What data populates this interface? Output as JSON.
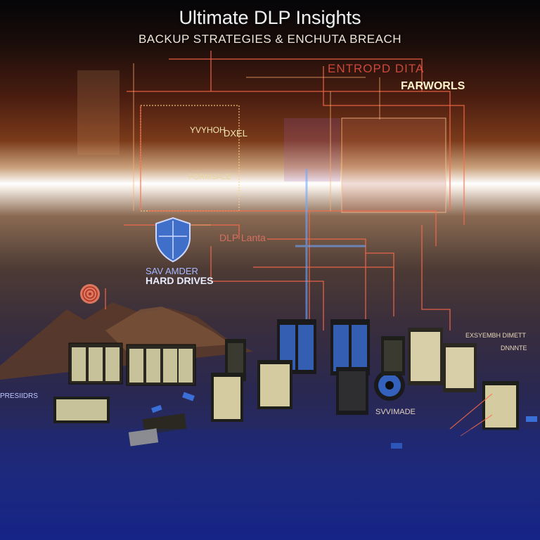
{
  "title": "Ultimate DLP Insights",
  "subtitle": "BACKUP STRATEGIES & ENCHUTA BREACH",
  "labels": {
    "entropd": "ENTROPD DITA",
    "farworls": "FARWORLS",
    "vertical_a": "YVYHOH",
    "vertical_b": "DXEL",
    "formsale": "FORMSALE\"",
    "dlp": "DLP Lanta",
    "hard_drives_top": "SAV AMDER",
    "hard_drives": "HARD DRIVES",
    "right_small_a": "EXSYEMBH DIMETT",
    "right_small_b": "DNNNTE",
    "svvimade": "SVVIMADE",
    "left_edge": "PRESIIDRS"
  },
  "colors": {
    "circuit_red": "#ff6a4a",
    "circuit_orange": "#ffb070",
    "server_beige": "#c8c29a",
    "server_blue": "#3a6fd8",
    "shield_blue": "#3f6fc8",
    "floor_blue": "#1f2a7a"
  },
  "icons": {
    "shield": "shield-icon",
    "fingerprint": "fingerprint-icon",
    "disk": "hard-disk-icon"
  }
}
